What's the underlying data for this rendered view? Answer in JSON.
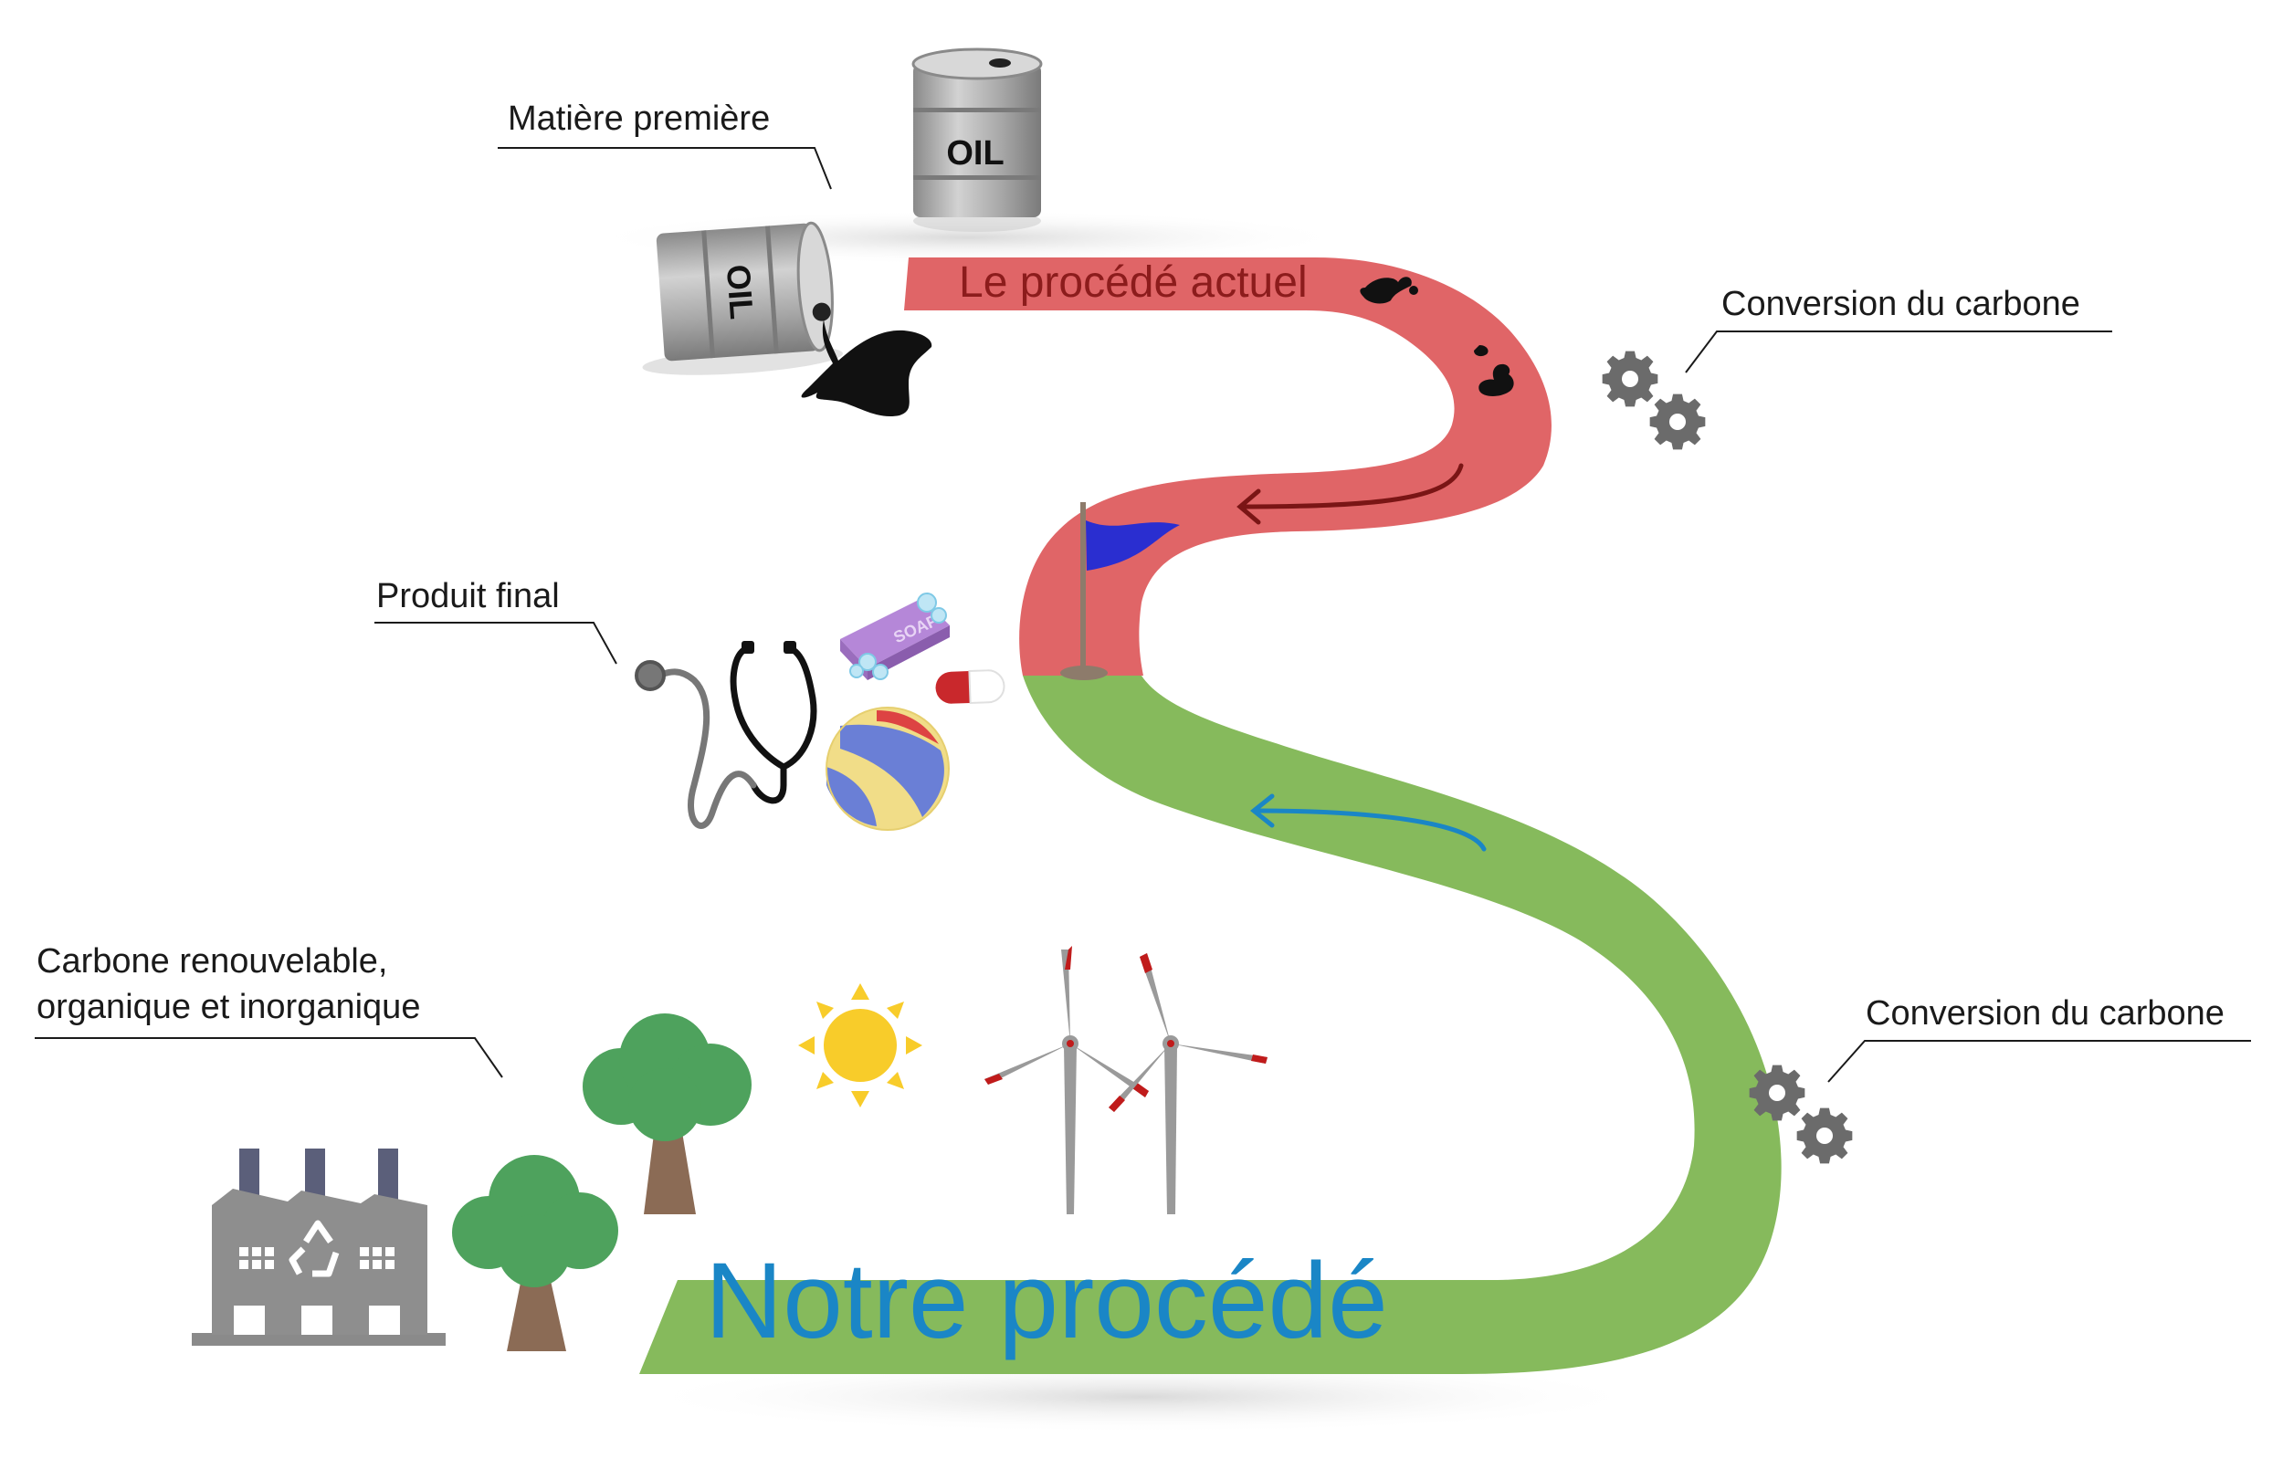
{
  "labels": {
    "raw_material": "Matière première",
    "conversion_top": "Conversion du carbone",
    "final_product": "Produit final",
    "renewable_line1": "Carbone renouvelable,",
    "renewable_line2": "organique et inorganique",
    "conversion_bottom": "Conversion du carbone"
  },
  "paths": {
    "current_process": "Le procédé actuel",
    "our_process": "Notre procédé"
  },
  "icons": {
    "barrel_upright_text": "OIL",
    "barrel_tipped_text": "OIL",
    "soap_text": "SOAP"
  },
  "colors": {
    "current_process_road": "#e06567",
    "our_process_road": "#86ba5c",
    "current_process_text": "#8c1c1c",
    "our_process_text": "#1a86c6",
    "flag": "#2a2ed0",
    "gear": "#6b6b6b"
  }
}
